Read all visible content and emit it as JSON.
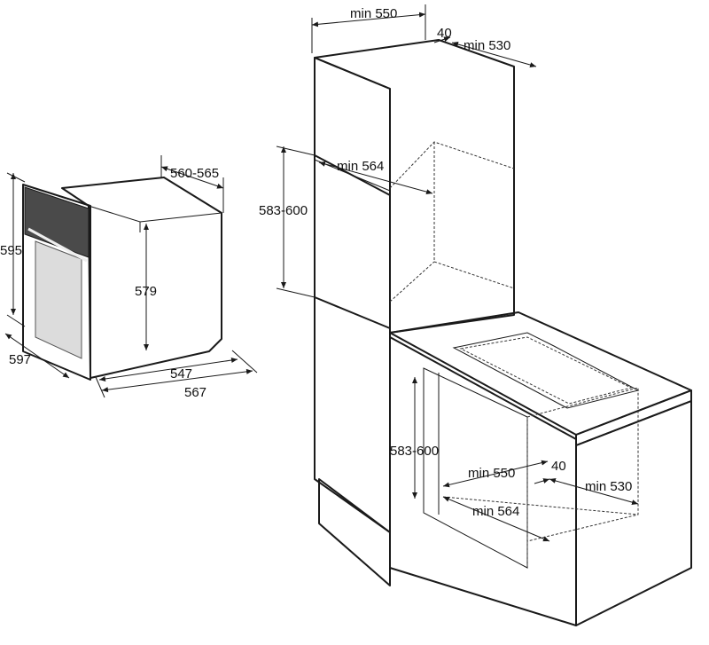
{
  "colors": {
    "line": "#1a1a1a",
    "panel": "#4a4a4a",
    "door": "#d9d9d9",
    "front": "#bdbdbd"
  },
  "oven": {
    "depth_label": "560-565",
    "height_label": "595",
    "inner_height_label": "579",
    "width_label": "597",
    "body_width_label": "547",
    "total_depth_label": "567"
  },
  "tall_cabinet": {
    "width_label": "min 550",
    "gap_label": "40",
    "depth_label": "min 530",
    "niche_height_label": "583-600",
    "niche_width_label": "min 564"
  },
  "base_cabinet": {
    "niche_height_label": "583-600",
    "width_label": "min 550",
    "gap_label": "40",
    "depth_label": "min 530",
    "niche_width_label": "min 564"
  }
}
